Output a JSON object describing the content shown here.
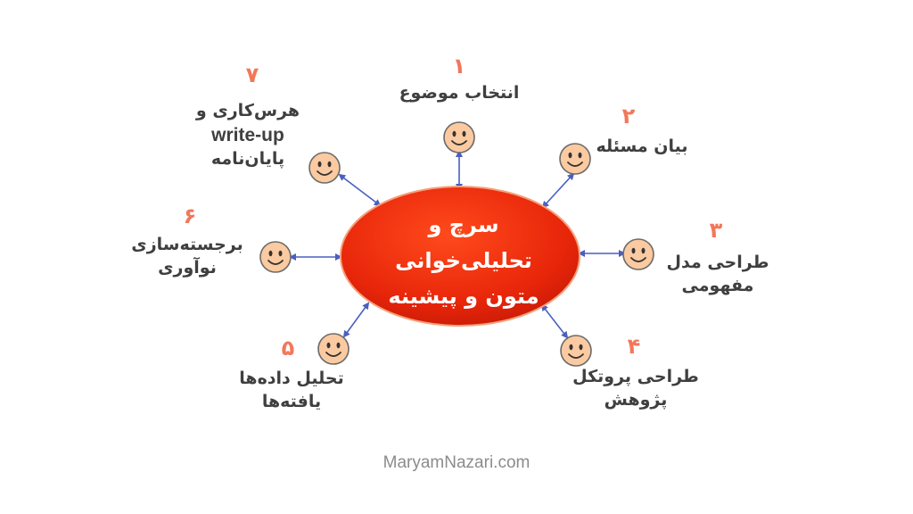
{
  "center": {
    "lines": [
      "سرچ و",
      "تحلیلی‌خوانی",
      "متون و پیشینه"
    ]
  },
  "steps": [
    {
      "number": "۱",
      "lines": [
        "انتخاب موضوع"
      ]
    },
    {
      "number": "۲",
      "lines": [
        "بیان مسئله"
      ]
    },
    {
      "number": "۳",
      "lines": [
        "طراحی مدل",
        "مفهومی"
      ]
    },
    {
      "number": "۴",
      "lines": [
        "طراحی پروتکل",
        "پژوهش"
      ]
    },
    {
      "number": "۵",
      "lines": [
        "تحلیل داده‌ها",
        "یافته‌ها"
      ]
    },
    {
      "number": "۶",
      "lines": [
        "برجسته‌سازی",
        "نوآوری"
      ]
    },
    {
      "number": "۷",
      "lines": [
        "هرس‌کاری و",
        "write-up",
        "پایان‌نامه"
      ]
    }
  ],
  "footer": "MaryamNazari.com",
  "colors": {
    "accent_red": "#e8260a",
    "face_fill": "#fbcaa0",
    "arrow": "#4a5fc0",
    "number": "#f2775a",
    "label": "#3f3f3f"
  },
  "icons": {
    "step_icon": "smiley-face-icon"
  }
}
